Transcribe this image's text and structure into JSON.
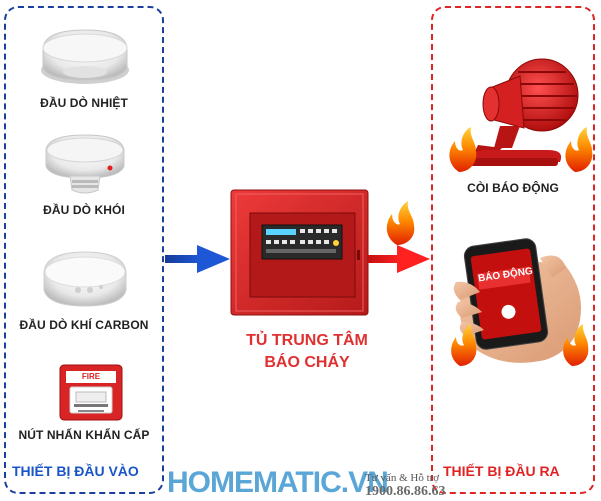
{
  "inputs": {
    "title": "THIẾT BỊ ĐẦU VÀO",
    "heat_detector": "ĐẦU DÒ NHIỆT",
    "smoke_detector": "ĐẦU DÒ KHÓI",
    "co_detector": "ĐẦU DÒ KHÍ CARBON",
    "call_point": "NÚT NHẤN KHẨN CẤP",
    "call_point_sign": "FIRE"
  },
  "center": {
    "line1": "TỦ TRUNG TÂM",
    "line2": "BÁO CHÁY"
  },
  "outputs": {
    "title": "THIẾT BỊ ĐẦU RA",
    "siren": "CÒI BÁO ĐỘNG",
    "phone_alert": "BÁO ĐỘNG"
  },
  "branding": {
    "logo": "HOMEMATIC.VN",
    "consult": "Tư vấn & Hỗ trợ",
    "hotline": "1900.86.86.63"
  },
  "colors": {
    "input_accent": "#1a55c8",
    "output_accent": "#e02424",
    "panel_red": "#d82a2a"
  }
}
